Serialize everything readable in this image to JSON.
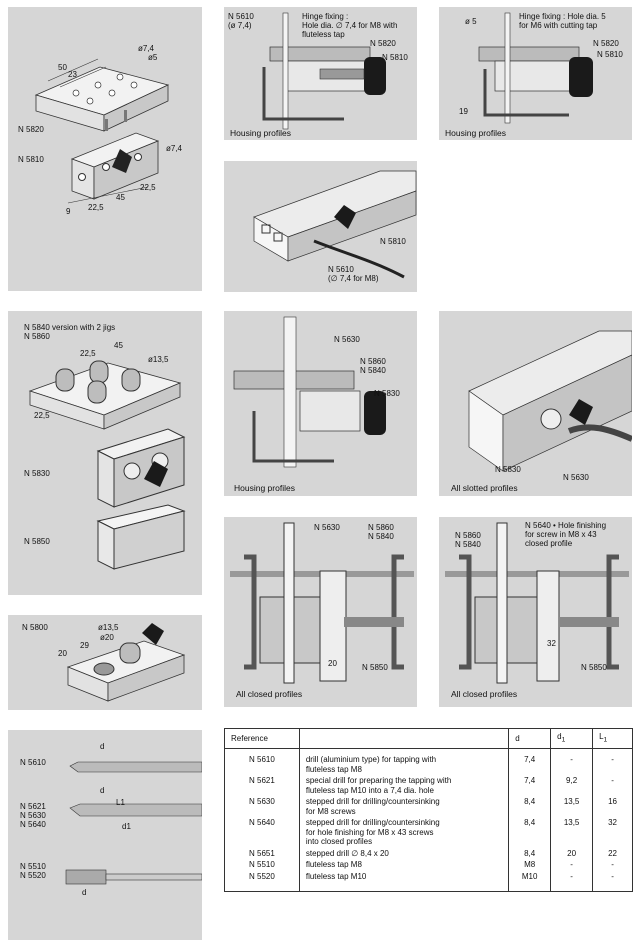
{
  "panels": {
    "p1": {
      "labels": [
        "N 5820",
        "N 5810"
      ],
      "dims": [
        "ø7,4",
        "ø5",
        "50",
        "23",
        "ø7,4",
        "22,5",
        "45",
        "22,5",
        "9"
      ]
    },
    "p2": {
      "labels": [
        "N 5610\n(ø 7,4)",
        "Hinge fixing :\nHole dia. ∅ 7,4 for M8 with\nfluteless tap",
        "N 5820",
        "N 5810"
      ],
      "caption": "Housing profiles"
    },
    "p3": {
      "labels": [
        "ø 5",
        "Hinge fixing : Hole dia. 5\nfor M6 with cutting tap",
        "N 5820",
        "N 5810",
        "19"
      ],
      "caption": "Housing profiles"
    },
    "p4": {
      "labels": [
        "N 5810",
        "N 5610\n(∅ 7,4 for M8)"
      ]
    },
    "p5": {
      "labels": [
        "N 5840 version with 2 jigs\nN 5860",
        "N 5830",
        "N 5850"
      ],
      "dims": [
        "22,5",
        "45",
        "ø13,5",
        "22,5"
      ]
    },
    "p6": {
      "labels": [
        "N 5630",
        "N 5860\nN 5840",
        "N 5830"
      ],
      "caption": "Housing profiles"
    },
    "p7": {
      "labels": [
        "N 5830",
        "N 5630"
      ],
      "caption": "All slotted profiles"
    },
    "p8": {
      "labels": [
        "N 5800"
      ],
      "dims": [
        "ø13,5",
        "ø20",
        "29",
        "20"
      ]
    },
    "p9": {
      "labels": [
        "N 5630",
        "N 5860\nN 5840",
        "N 5850",
        "20"
      ],
      "caption": "All closed profiles"
    },
    "p10": {
      "labels": [
        "N 5860\nN 5840",
        "N 5640 • Hole finishing\nfor screw in M8 x 43\nclosed profile",
        "32",
        "N 5850"
      ],
      "caption": "All closed profiles"
    },
    "p11": {
      "labels": [
        "N 5610",
        "N 5621\nN 5630\nN 5640",
        "N 5510\nN 5520"
      ],
      "dims": [
        "d",
        "d",
        "L1",
        "d1",
        "d"
      ]
    }
  },
  "table": {
    "headers": {
      "reference": "Reference",
      "description": "",
      "d": "d",
      "d1": "d",
      "d1_sub": "1",
      "l1": "L",
      "l1_sub": "1"
    },
    "rows": [
      {
        "ref": "N 5610",
        "desc": "drill (aluminium type) for tapping with\nfluteless tap M8",
        "d": "7,4",
        "d1": "-",
        "l1": "-"
      },
      {
        "ref": "N 5621",
        "desc": "special drill for preparing the tapping with\nfluteless tap M10 into a 7,4 dia. hole",
        "d": "7,4",
        "d1": "9,2",
        "l1": "-"
      },
      {
        "ref": "N 5630",
        "desc": "stepped drill for drilling/countersinking\nfor M8 screws",
        "d": "8,4",
        "d1": "13,5",
        "l1": "16"
      },
      {
        "ref": "N 5640",
        "desc": "stepped drill for drilling/countersinking\nfor hole finishing for M8 x 43 screws\ninto closed profiles",
        "d": "8,4",
        "d1": "13,5",
        "l1": "32"
      },
      {
        "ref": "N 5651",
        "desc": "stepped drill ∅ 8,4 x 20",
        "d": "8,4",
        "d1": "20",
        "l1": "22"
      },
      {
        "ref": "N 5510",
        "desc": "fluteless tap M8",
        "d": "M8",
        "d1": "-",
        "l1": "-"
      },
      {
        "ref": "N 5520",
        "desc": "fluteless tap M10",
        "d": "M10",
        "d1": "-",
        "l1": "-"
      }
    ]
  }
}
